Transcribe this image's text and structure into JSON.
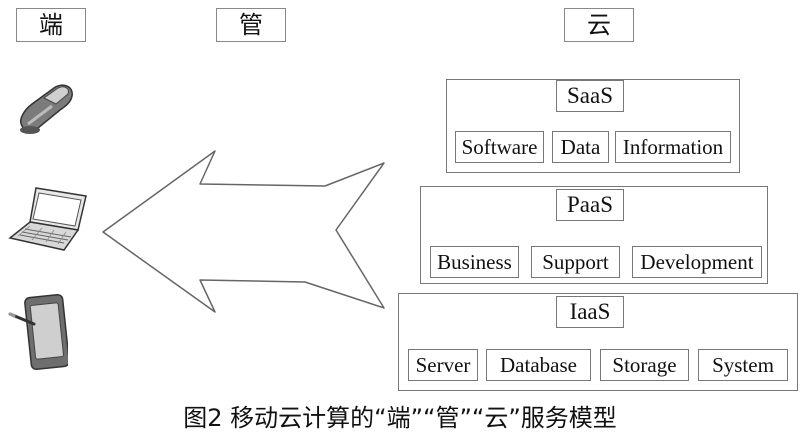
{
  "headers": {
    "device": "端",
    "pipe": "管",
    "cloud": "云"
  },
  "saas": {
    "title": "SaaS",
    "items": [
      "Software",
      "Data",
      "Information"
    ]
  },
  "paas": {
    "title": "PaaS",
    "items": [
      "Business",
      "Support",
      "Development"
    ]
  },
  "iaas": {
    "title": "IaaS",
    "items": [
      "Server",
      "Database",
      "Storage",
      "System"
    ]
  },
  "devices": [
    "phone-icon",
    "laptop-icon",
    "tablet-icon"
  ],
  "caption": "图2  移动云计算的“端”“管”“云”服务模型"
}
